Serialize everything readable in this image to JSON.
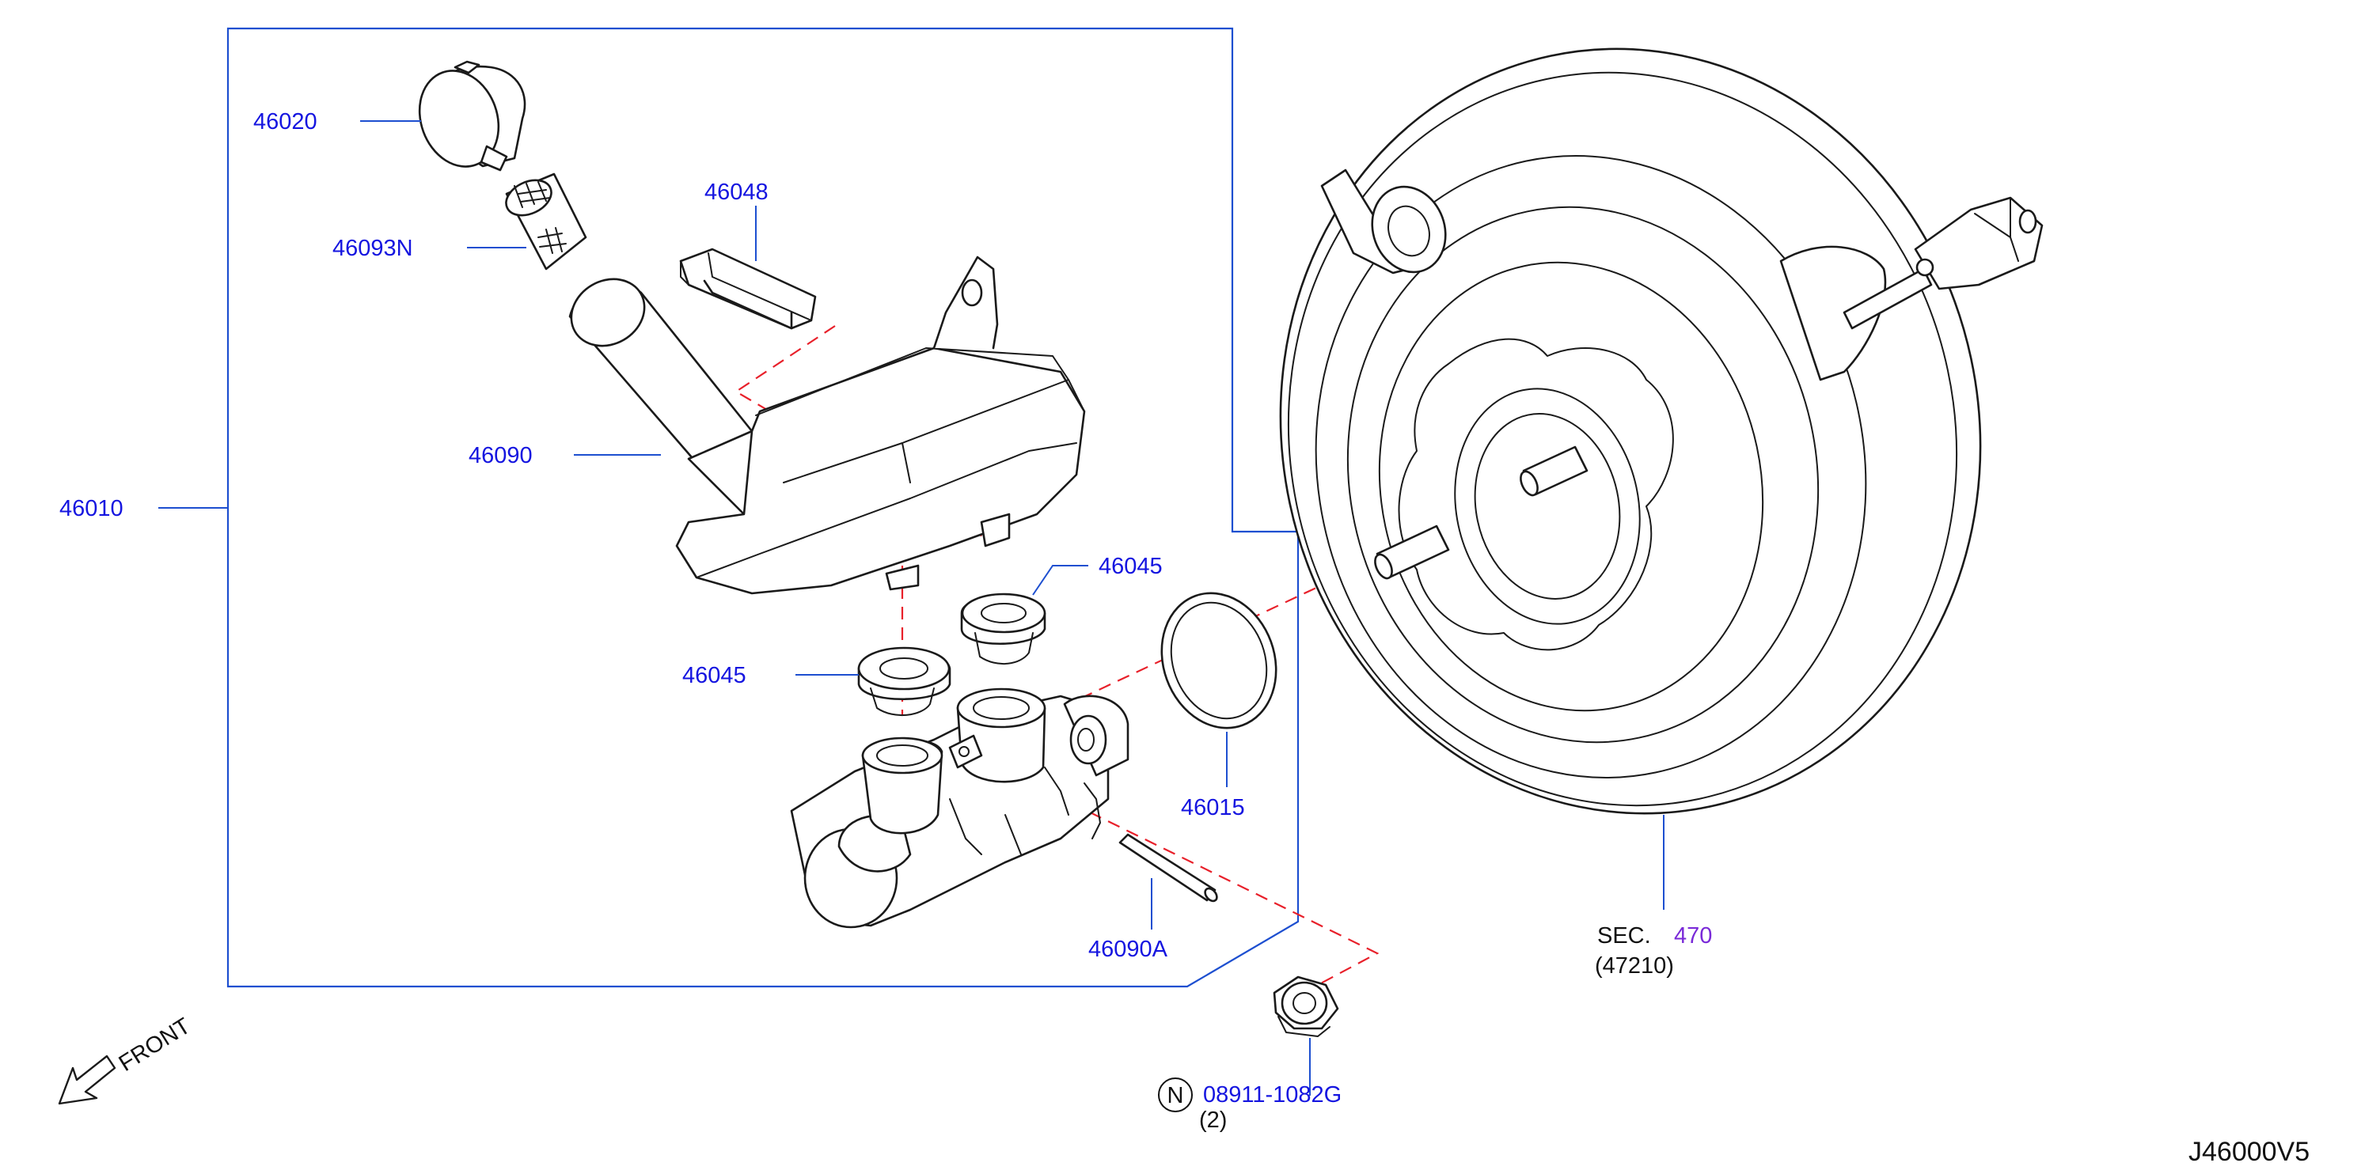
{
  "labels": {
    "assembly": "46010",
    "cap": "46020",
    "strainer": "46093N",
    "sensor": "46048",
    "reservoir": "46090",
    "grommet_upper": "46045",
    "grommet_lower": "46045",
    "seal_ring": "46015",
    "pin": "46090A",
    "nut_part": "08911-1082G",
    "nut_qty": "(2)",
    "nut_symbol": "N",
    "sec_prefix": "SEC.",
    "sec_number": "470",
    "booster_part": "(47210)",
    "front": "FRONT",
    "drawing_code": "J46000V5"
  },
  "colors": {
    "part_number": "#1515e0",
    "leader": "#1d4fd0",
    "centerline": "#e8202a",
    "section_ref": "#7a2ad8",
    "linework": "#1a1a1a"
  },
  "icons": {
    "front_arrow": "hollow-arrow-down-left-icon",
    "nut_symbol": "circled-n-icon"
  }
}
